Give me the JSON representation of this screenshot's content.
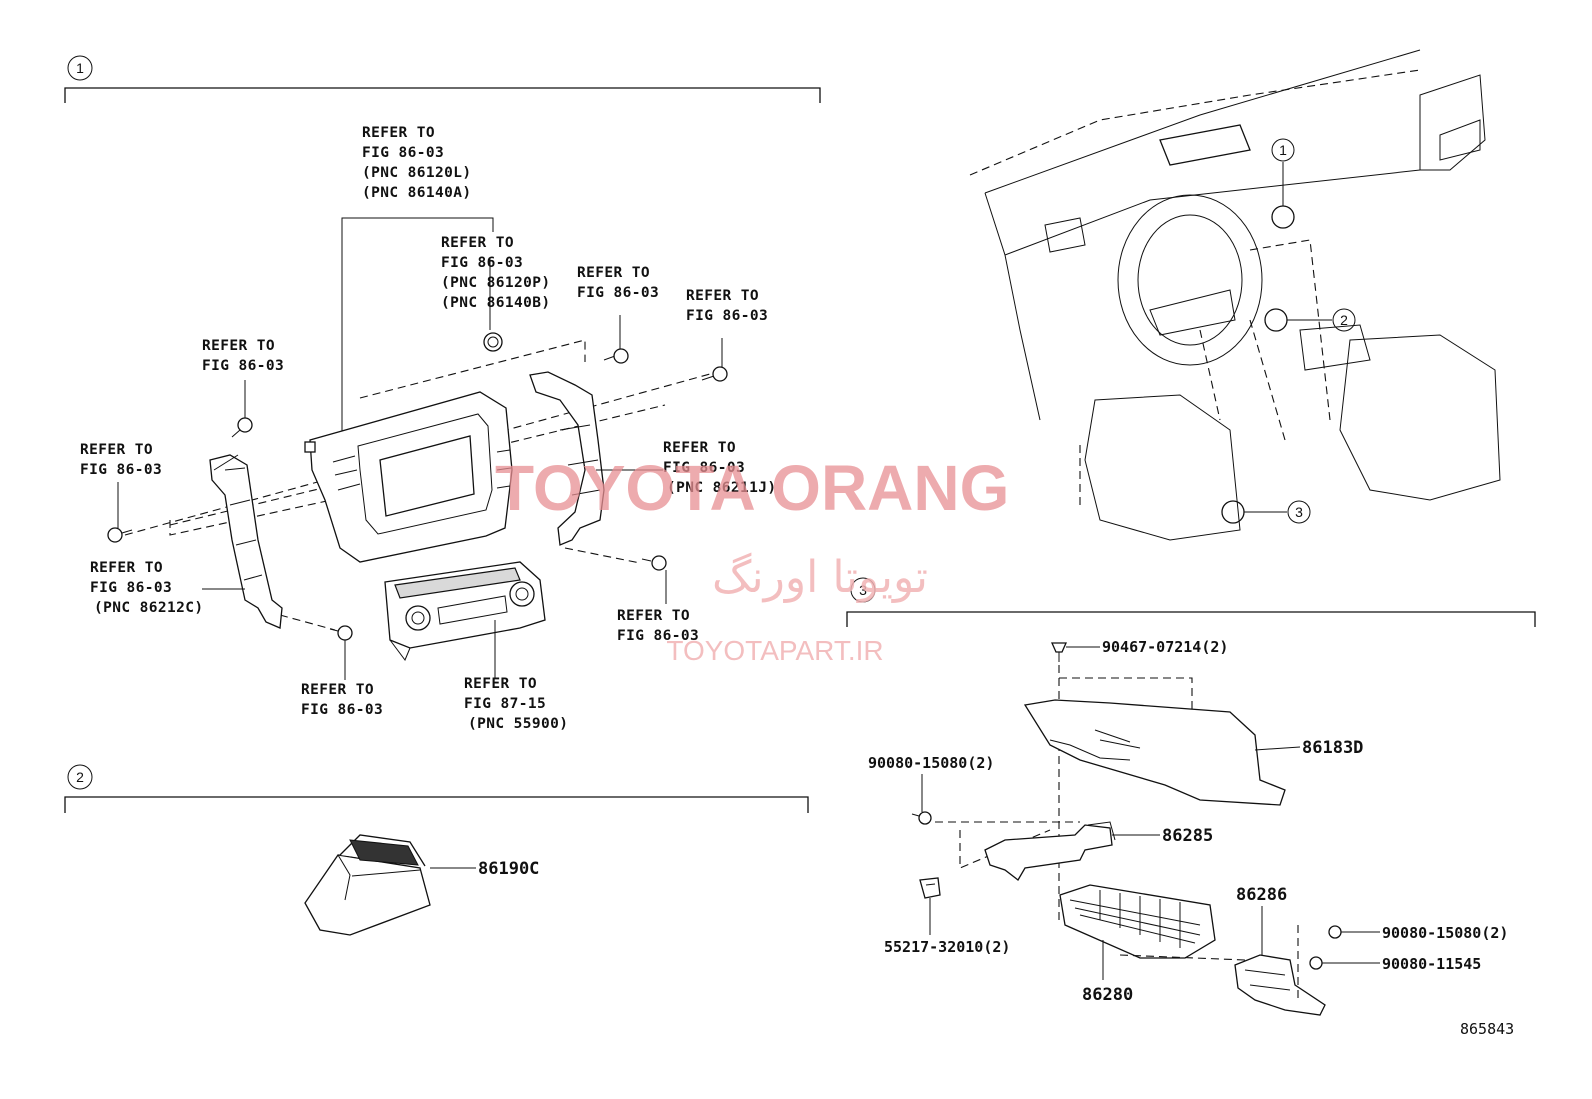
{
  "section_markers": [
    "1",
    "2",
    "3"
  ],
  "section1": {
    "labels": [
      [
        "REFER TO",
        "FIG 86-03",
        "(PNC 86120L)",
        "(PNC 86140A)"
      ],
      [
        "REFER TO",
        "FIG 86-03",
        "(PNC 86120P)",
        "(PNC 86140B)"
      ],
      [
        "REFER TO",
        "FIG 86-03"
      ],
      [
        "REFER TO",
        "FIG 86-03"
      ],
      [
        "REFER TO",
        "FIG 86-03"
      ],
      [
        "REFER TO",
        "FIG 86-03"
      ],
      [
        "REFER TO",
        "FIG 86-03",
        "(PNC 86211J)"
      ],
      [
        "REFER TO",
        "FIG 86-03",
        "(PNC 86212C)"
      ],
      [
        "REFER TO",
        "FIG 86-03"
      ],
      [
        "REFER TO",
        "FIG 86-03"
      ],
      [
        "REFER TO",
        "FIG 87-15",
        "(PNC 55900)"
      ]
    ]
  },
  "section2": {
    "part": "86190C"
  },
  "section3": {
    "parts": [
      "90467-07214(2)",
      "86183D",
      "90080-15080(2)",
      "86285",
      "55217-32010(2)",
      "86286",
      "90080-15080(2)",
      "90080-11545",
      "86280"
    ]
  },
  "locator": {
    "callouts": [
      "1",
      "2",
      "3"
    ]
  },
  "figure_id": "865843",
  "watermark": {
    "title": "TOYOTA ORANG",
    "persian": "تویوتا اورنگ",
    "url": "TOYOTAPART.IR"
  }
}
